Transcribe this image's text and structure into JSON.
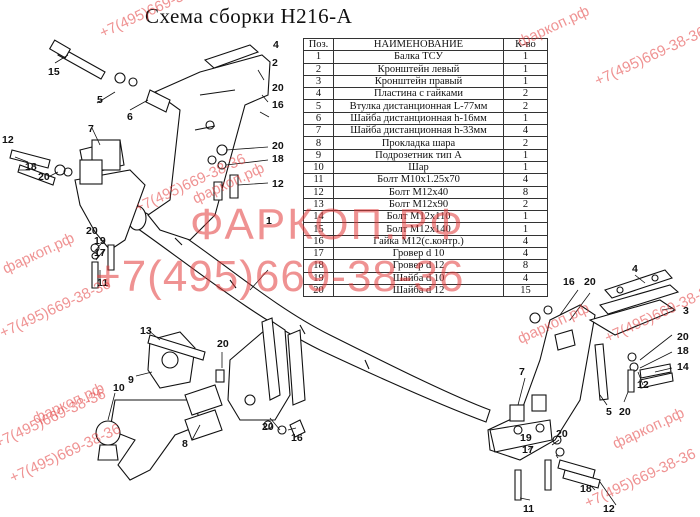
{
  "title": "Схема сборки  H216-A",
  "table": {
    "headers": [
      "Поз.",
      "НАИМЕНОВАНИЕ",
      "К-во"
    ],
    "rows": [
      [
        "1",
        "Балка ТСУ",
        "1"
      ],
      [
        "2",
        "Кронштейн левый",
        "1"
      ],
      [
        "3",
        "Кронштейн правый",
        "1"
      ],
      [
        "4",
        "Пластина с гайками",
        "2"
      ],
      [
        "5",
        "Втулка дистанционная L-77мм",
        "2"
      ],
      [
        "6",
        "Шайба дистанционная h-16мм",
        "1"
      ],
      [
        "7",
        "Шайба дистанционная h-33мм",
        "4"
      ],
      [
        "8",
        "Прокладка шара",
        "2"
      ],
      [
        "9",
        "Подрозетник тип А",
        "1"
      ],
      [
        "10",
        "Шар",
        "1"
      ],
      [
        "11",
        "Болт M10x1.25x70",
        "4"
      ],
      [
        "12",
        "Болт M12x40",
        "8"
      ],
      [
        "13",
        "Болт M12x90",
        "2"
      ],
      [
        "14",
        "Болт M12x110",
        "1"
      ],
      [
        "15",
        "Болт M12x140",
        "1"
      ],
      [
        "16",
        "Гайка M12(с.контр.)",
        "4"
      ],
      [
        "17",
        "Гровер d 10",
        "4"
      ],
      [
        "18",
        "Гровер d 12",
        "8"
      ],
      [
        "19",
        "Шайба d 10",
        "4"
      ],
      [
        "20",
        "Шайба d 12",
        "15"
      ]
    ]
  },
  "watermark": {
    "site": "фаркоп.рф",
    "phone": "+7(495)669-38-36",
    "site_upper": "ФАРКОП.РФ",
    "color": "#e23a3a"
  },
  "callouts": {
    "left": [
      "15",
      "4",
      "2",
      "20",
      "5",
      "16",
      "6",
      "12",
      "7",
      "18",
      "20",
      "20",
      "18",
      "12",
      "20",
      "19",
      "17",
      "11",
      "1"
    ],
    "middle": [
      "13",
      "9",
      "20",
      "10",
      "8",
      "20",
      "16"
    ],
    "right": [
      "4",
      "16",
      "20",
      "3",
      "20",
      "18",
      "14",
      "7",
      "5",
      "20",
      "12",
      "20",
      "19",
      "17",
      "18",
      "12",
      "11"
    ]
  }
}
